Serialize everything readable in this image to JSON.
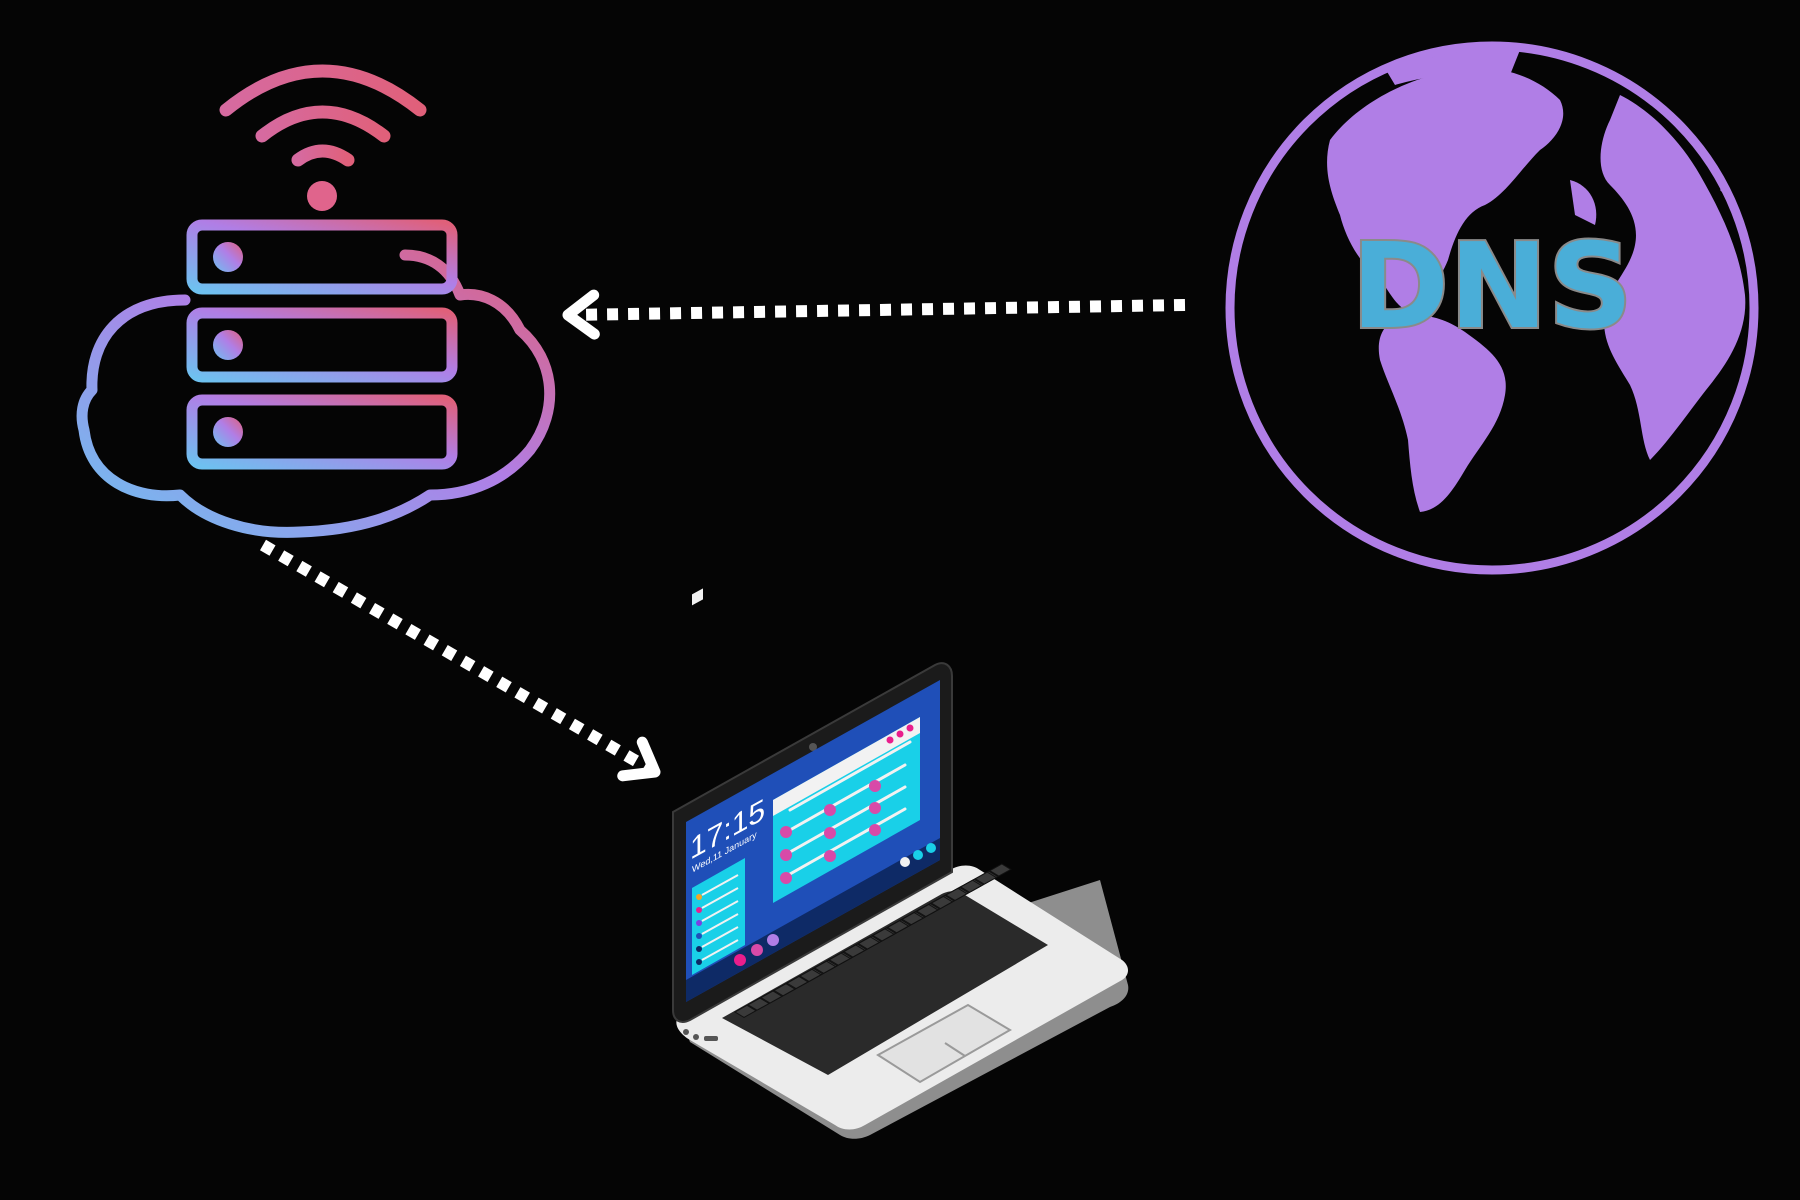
{
  "diagram": {
    "nodes": [
      {
        "id": "cloud-server",
        "kind": "cloud-server-icon"
      },
      {
        "id": "dns-globe",
        "kind": "globe-icon",
        "label": "DNS"
      },
      {
        "id": "laptop",
        "kind": "laptop-icon"
      }
    ],
    "edges": [
      {
        "from": "dns-globe",
        "to": "cloud-server",
        "style": "dotted",
        "arrow": "chevron"
      },
      {
        "from": "cloud-server",
        "to": "laptop",
        "style": "dotted",
        "arrow": "chevron"
      }
    ]
  },
  "laptop_screen": {
    "time": "17:15",
    "date": "Wed,11 January"
  },
  "colors": {
    "background": "#050505",
    "gradient_start": "#6ec1f0",
    "gradient_mid": "#b07ee6",
    "gradient_end": "#e0607a",
    "globe": "#b07ee6",
    "dns_text": "#4aaed8",
    "dns_text_stroke": "#8a8a8a",
    "arrows": "#ffffff",
    "screen_bg": "#1f4fb8",
    "screen_panel": "#19d0e8",
    "laptop_body": "#e8e8e8",
    "keys": "#3a3a3a"
  }
}
